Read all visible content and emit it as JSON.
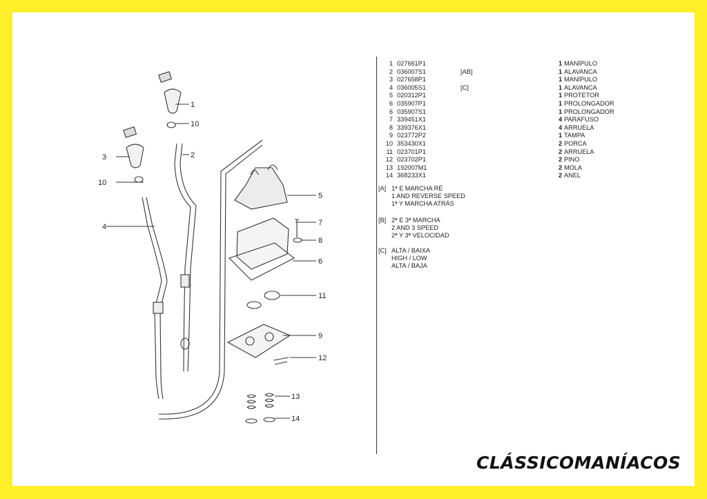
{
  "parts": [
    {
      "num": "1",
      "code": "027661P1",
      "note": "",
      "qty": "1",
      "desc": "MANÍPULO"
    },
    {
      "num": "2",
      "code": "036007S1",
      "note": "[AB]",
      "qty": "1",
      "desc": "ALAVANCA"
    },
    {
      "num": "3",
      "code": "027658P1",
      "note": "",
      "qty": "1",
      "desc": "MANÍPULO"
    },
    {
      "num": "4",
      "code": "036005S1",
      "note": "[C]",
      "qty": "1",
      "desc": "ALAVANCA"
    },
    {
      "num": "5",
      "code": "020312P1",
      "note": "",
      "qty": "1",
      "desc": "PROTETOR"
    },
    {
      "num": "6",
      "code": "035907P1",
      "note": "",
      "qty": "1",
      "desc": "PROLONGADOR"
    },
    {
      "num": "6",
      "code": "035907S1",
      "note": "",
      "qty": "1",
      "desc": "PROLONGADOR"
    },
    {
      "num": "7",
      "code": "339451X1",
      "note": "",
      "qty": "4",
      "desc": "PARAFUSO"
    },
    {
      "num": "8",
      "code": "339376X1",
      "note": "",
      "qty": "4",
      "desc": "ARRUELA"
    },
    {
      "num": "9",
      "code": "023772P2",
      "note": "",
      "qty": "1",
      "desc": "TAMPA"
    },
    {
      "num": "10",
      "code": "353430X1",
      "note": "",
      "qty": "2",
      "desc": "PORCA"
    },
    {
      "num": "11",
      "code": "023701P1",
      "note": "",
      "qty": "2",
      "desc": "ARRUELA"
    },
    {
      "num": "12",
      "code": "023702P1",
      "note": "",
      "qty": "2",
      "desc": "PINO"
    },
    {
      "num": "13",
      "code": "192007M1",
      "note": "",
      "qty": "2",
      "desc": "MOLA"
    },
    {
      "num": "14",
      "code": "368233X1",
      "note": "",
      "qty": "2",
      "desc": "ANEL"
    }
  ],
  "notes": [
    {
      "tag": "[A]",
      "lines": [
        "1ª E MARCHA RÉ",
        "1 AND REVERSE SPEED",
        "1ª Y MARCHA ATRÁS"
      ]
    },
    {
      "tag": "[B]",
      "lines": [
        "2ª E 3ª MARCHA",
        "2 AND 3 SPEED",
        "2ª Y 3ª VELOCIDAD"
      ]
    },
    {
      "tag": "[C]",
      "lines": [
        "ALTA / BAIXA",
        "HIGH / LOW",
        "ALTA / BAJA"
      ]
    }
  ],
  "callouts": [
    "1",
    "2",
    "3",
    "4",
    "5",
    "6",
    "7",
    "8",
    "9",
    "10",
    "10",
    "11",
    "12",
    "13",
    "14"
  ],
  "brand": "CLÁSSICOMANÍACOS",
  "colors": {
    "frame": "#ffef2a",
    "paper": "#ffffff",
    "ink": "#222222"
  }
}
